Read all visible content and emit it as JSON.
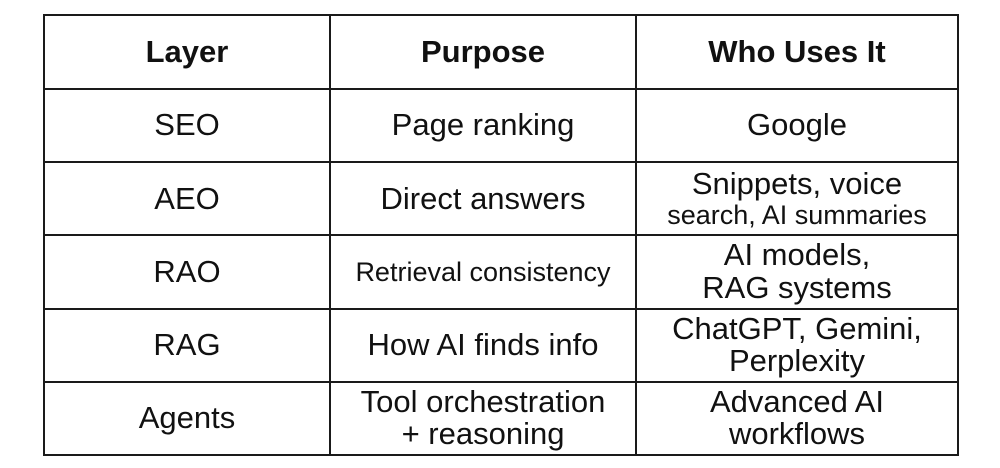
{
  "table": {
    "headers": [
      "Layer",
      "Purpose",
      "Who Uses It"
    ],
    "rows": [
      {
        "layer": "SEO",
        "purpose": [
          "Page ranking"
        ],
        "users": [
          "Google"
        ]
      },
      {
        "layer": "AEO",
        "purpose": [
          "Direct answers"
        ],
        "users": [
          "Snippets, voice",
          "search, AI summaries"
        ]
      },
      {
        "layer": "RAO",
        "purpose": [
          "Retrieval consistency"
        ],
        "users": [
          "AI models,",
          "RAG systems"
        ]
      },
      {
        "layer": "RAG",
        "purpose": [
          "How AI finds info"
        ],
        "users": [
          "ChatGPT, Gemini,",
          "Perplexity"
        ]
      },
      {
        "layer": "Agents",
        "purpose": [
          "Tool orchestration",
          "+ reasoning"
        ],
        "users": [
          "Advanced AI",
          "workflows"
        ]
      }
    ]
  }
}
